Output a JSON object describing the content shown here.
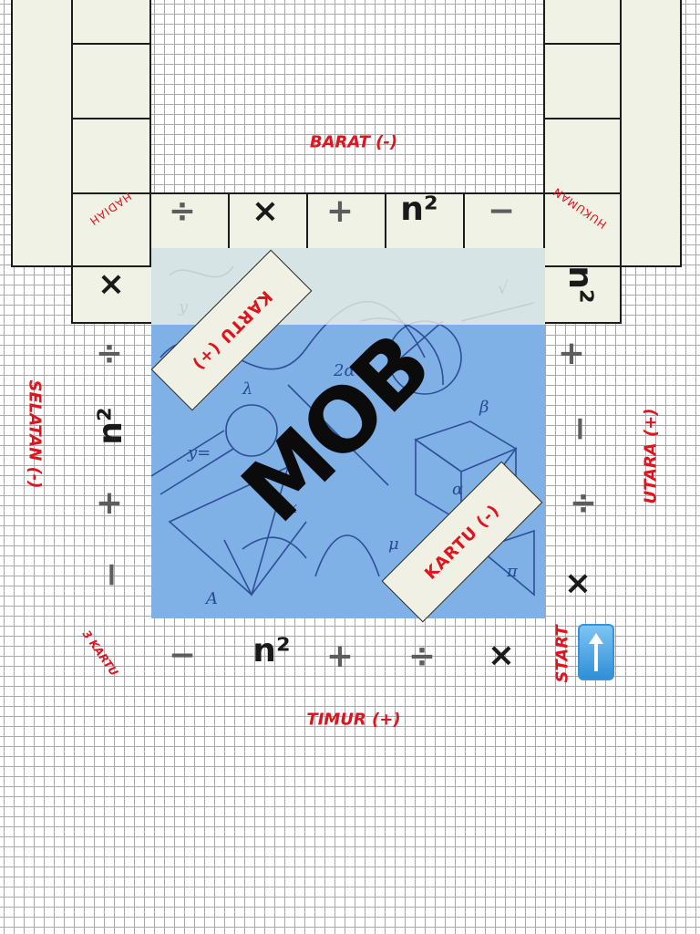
{
  "board": {
    "title": "MOB",
    "directions": {
      "north": "BARAT (-)",
      "south": "TIMUR (+)",
      "west": "SELATAN (-)",
      "east": "UTARA (+)"
    },
    "start_label": "START",
    "start_icon": "up-arrow-icon",
    "corner_cells": {
      "reward": "HADIAH",
      "penalty": "HUKUMAN",
      "three_cards": "3 KARTU"
    },
    "cards": {
      "plus": "KARTU (+)",
      "minus": "KARTU (-)"
    },
    "operations": {
      "divide": "÷",
      "multiply": "×",
      "add": "+",
      "square": "n²",
      "subtract": "−"
    },
    "colors": {
      "label_red": "#e0141e",
      "board_cell": "#f0f2e6",
      "center_blue": "#7fb0e6",
      "grid_line": "#a9a9a9"
    }
  }
}
